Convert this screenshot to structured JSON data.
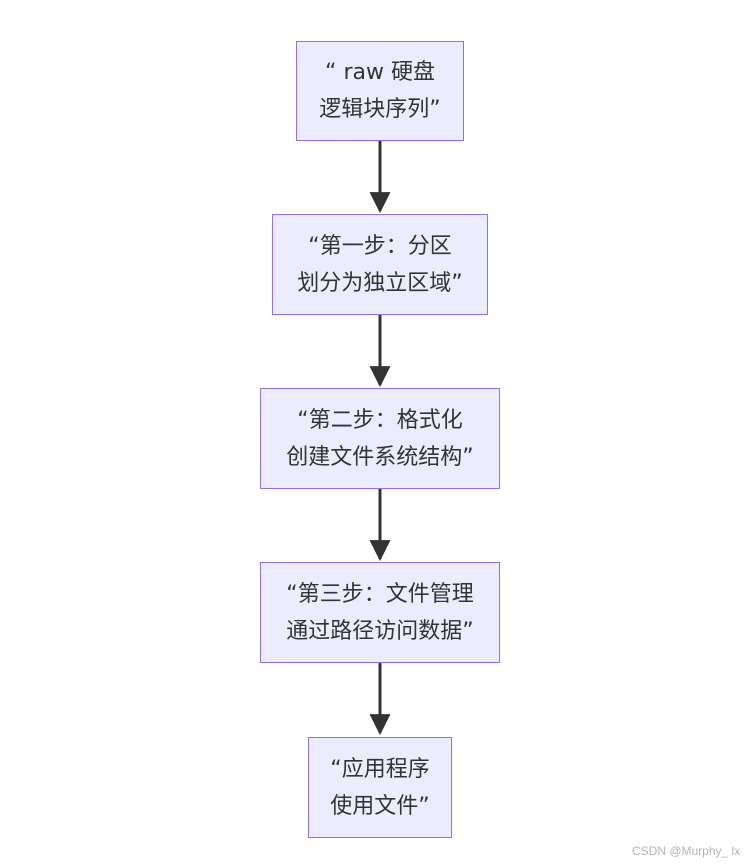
{
  "diagram": {
    "type": "flowchart",
    "direction": "top-to-bottom",
    "colors": {
      "node_fill": "#ECECFF",
      "node_border": "#9370DB",
      "text": "#333333",
      "edge": "#333333"
    },
    "nodes": [
      {
        "id": "raw",
        "lines": [
          "“ raw 硬盘",
          "逻辑块序列”"
        ]
      },
      {
        "id": "partition",
        "lines": [
          "“第一步：分区",
          "划分为独立区域”"
        ]
      },
      {
        "id": "format",
        "lines": [
          "“第二步：格式化",
          "创建文件系统结构”"
        ]
      },
      {
        "id": "file_management",
        "lines": [
          "“第三步：文件管理",
          "通过路径访问数据”"
        ]
      },
      {
        "id": "application",
        "lines": [
          "“应用程序",
          "使用文件”"
        ]
      }
    ],
    "edges": [
      {
        "from": "raw",
        "to": "partition"
      },
      {
        "from": "partition",
        "to": "format"
      },
      {
        "from": "format",
        "to": "file_management"
      },
      {
        "from": "file_management",
        "to": "application"
      }
    ]
  },
  "watermark": "CSDN @Murphy_ lx"
}
